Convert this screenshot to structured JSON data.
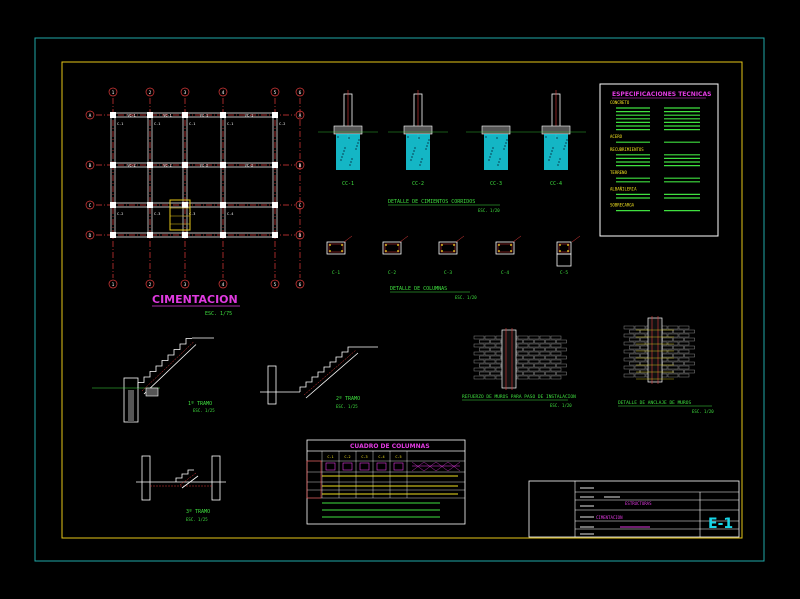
{
  "colors": {
    "background": "#000000",
    "outer_frame": "#1fa9a9",
    "inner_frame": "#e6c619",
    "axis": "#e23b3b",
    "beam": "#ffffff",
    "concrete": "#17d6e8",
    "title_magenta": "#e03ae0",
    "text_green": "#3fe03f",
    "text_yellow": "#f0e020"
  },
  "plan": {
    "title": "CIMENTACION",
    "scale": "ESC. 1/75",
    "col_axes": [
      "1",
      "2",
      "3",
      "4",
      "5",
      "6"
    ],
    "row_axes": [
      "A",
      "B",
      "C",
      "D"
    ],
    "beam_labels": [
      "VC-1",
      "VC-1",
      "VC-1",
      "VC-1",
      "VC-2",
      "VC-2",
      "VC-2",
      "VC-2"
    ],
    "column_labels": [
      "C-1",
      "C-1",
      "C-1",
      "C-1",
      "C-2",
      "C-2",
      "C-3",
      "C-3",
      "C-4"
    ]
  },
  "footings": {
    "items": [
      "CC-1",
      "CC-2",
      "CC-3",
      "CC-4"
    ],
    "title": "DETALLE DE CIMIENTOS CORRIDOS",
    "scale": "ESC. 1/20"
  },
  "columns": {
    "items": [
      "C-1",
      "C-2",
      "C-3",
      "C-4",
      "C-5"
    ],
    "title": "DETALLE DE COLUMNAS",
    "scale": "ESC. 1/20"
  },
  "specs": {
    "title": "ESPECIFICACIONES TECNICAS",
    "sections": [
      "CONCRETO",
      "ACERO",
      "RECUBRIMIENTOS",
      "TERRENO",
      "ALBAÑILERIA",
      "SOBRECARGA"
    ]
  },
  "stairs": {
    "first": {
      "title": "1º TRAMO",
      "scale": "ESC. 1/25"
    },
    "second": {
      "title": "2º TRAMO",
      "scale": "ESC. 1/25"
    },
    "third": {
      "title": "3º TRAMO",
      "scale": "ESC. 1/25"
    }
  },
  "walls": {
    "reinforcement_title": "REFUERZO DE MUROS PARA PASO DE INSTALACION",
    "reinforcement_scale": "ESC. 1/20",
    "anchorage_title": "DETALLE DE ANCLAJE DE MUROS",
    "anchorage_scale": "ESC. 1/20"
  },
  "table": {
    "title": "CUADRO DE COLUMNAS",
    "headers": [
      "C-1",
      "C-2",
      "C-3",
      "C-4",
      "C-5"
    ]
  },
  "titleblock": {
    "sheet_code": "E-1",
    "plan_name": "CIMENTACION",
    "specialty": "ESTRUCTURAS"
  }
}
